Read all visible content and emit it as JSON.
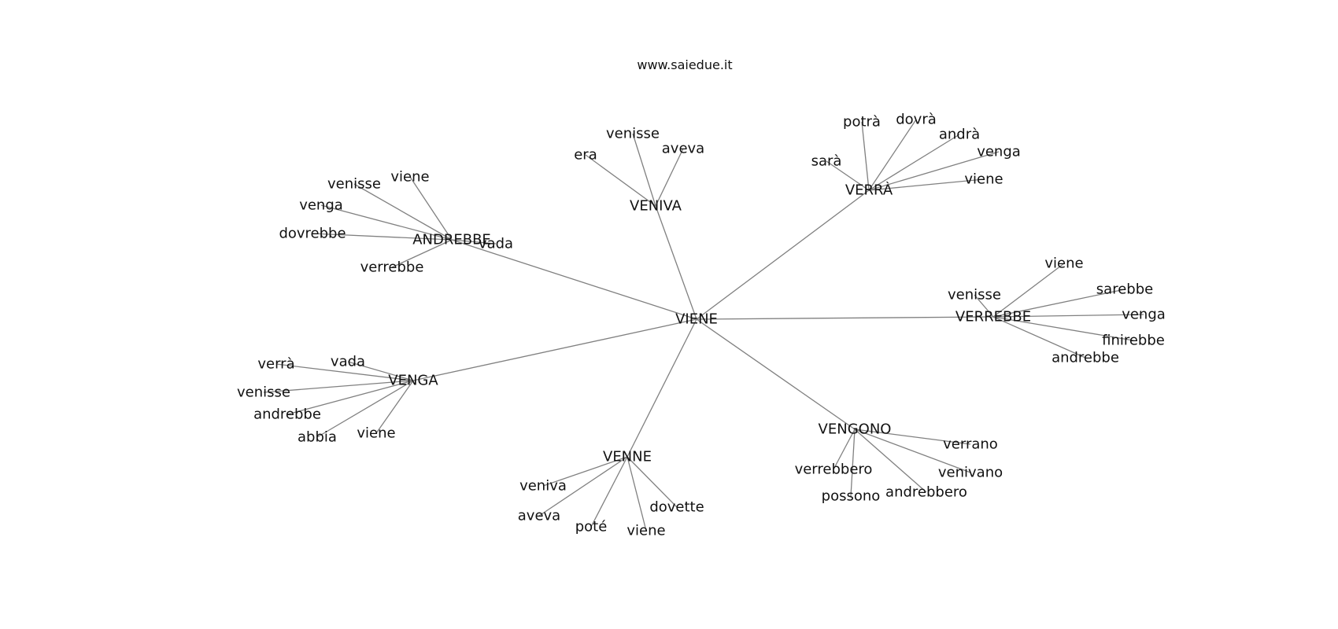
{
  "title": "www.saiedue.it",
  "center": "VIENE",
  "clusters": [
    {
      "hub": "VENIVA",
      "leaves": [
        "era",
        "venisse",
        "aveva"
      ]
    },
    {
      "hub": "VERRÀ",
      "leaves": [
        "sarà",
        "potrà",
        "dovrà",
        "andrà",
        "venga",
        "viene"
      ]
    },
    {
      "hub": "ANDREBBE",
      "leaves": [
        "viene",
        "venisse",
        "venga",
        "dovrebbe",
        "verrebbe",
        "vada"
      ]
    },
    {
      "hub": "VERREBBE",
      "leaves": [
        "venisse",
        "viene",
        "sarebbe",
        "venga",
        "finirebbe",
        "andrebbe"
      ]
    },
    {
      "hub": "VENGA",
      "leaves": [
        "verrà",
        "vada",
        "venisse",
        "andrebbe",
        "abbia",
        "viene"
      ]
    },
    {
      "hub": "VENGONO",
      "leaves": [
        "verrebbero",
        "possono",
        "andrebbero",
        "venivano",
        "verrano"
      ]
    },
    {
      "hub": "VENNE",
      "leaves": [
        "veniva",
        "aveva",
        "poté",
        "viene",
        "dovette"
      ]
    }
  ]
}
